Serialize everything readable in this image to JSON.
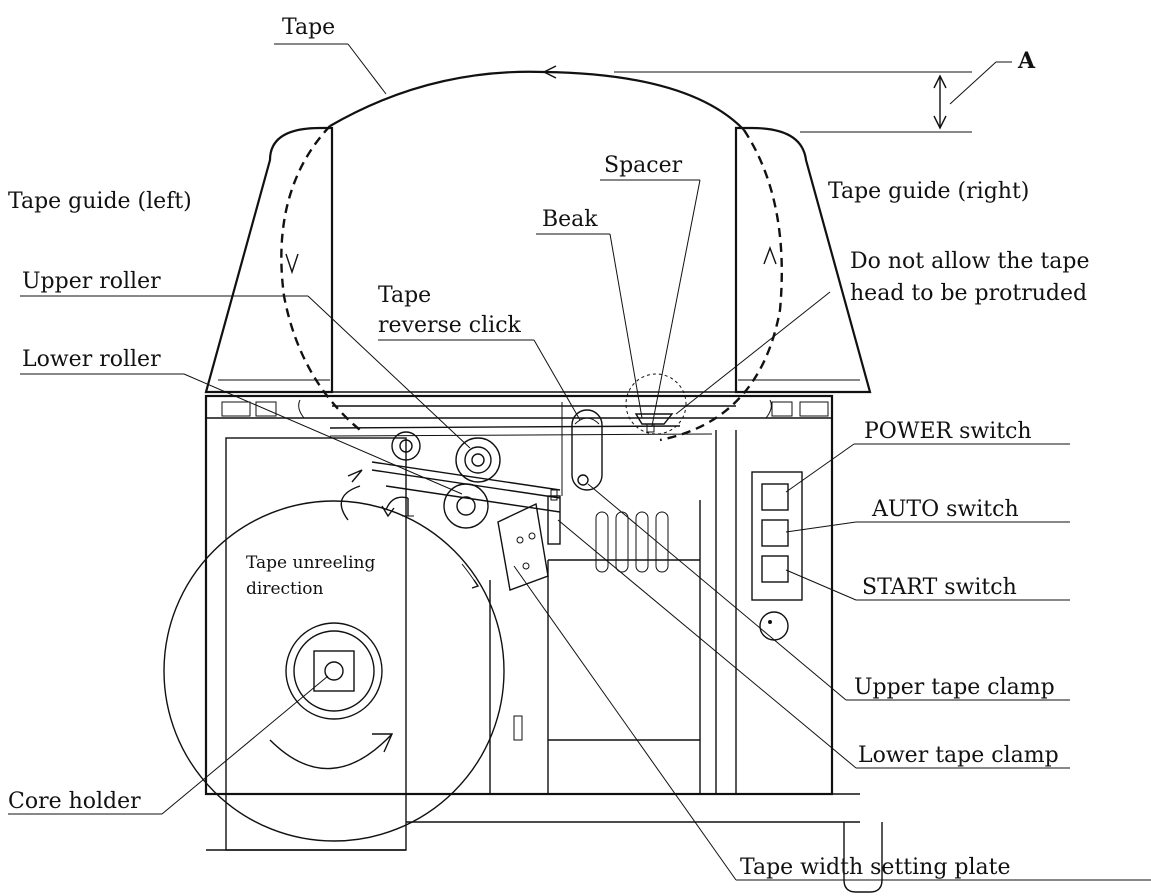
{
  "labels": {
    "tape": "Tape",
    "a": "A",
    "spacer": "Spacer",
    "tape_guide_left": "Tape guide (left)",
    "tape_guide_right": "Tape guide (right)",
    "beak": "Beak",
    "protrude_line1": "Do not allow the tape",
    "protrude_line2": "head to be protruded",
    "upper_roller": "Upper roller",
    "tape_reverse_line1": "Tape",
    "tape_reverse_line2": "reverse click",
    "lower_roller": "Lower roller",
    "power_switch": "POWER switch",
    "auto_switch": "AUTO switch",
    "start_switch": "START switch",
    "unreel_line1": "Tape unreeling",
    "unreel_line2": "direction",
    "upper_tape_clamp": "Upper tape clamp",
    "lower_tape_clamp": "Lower tape clamp",
    "core_holder": "Core holder",
    "tape_width_plate": "Tape width setting plate"
  }
}
